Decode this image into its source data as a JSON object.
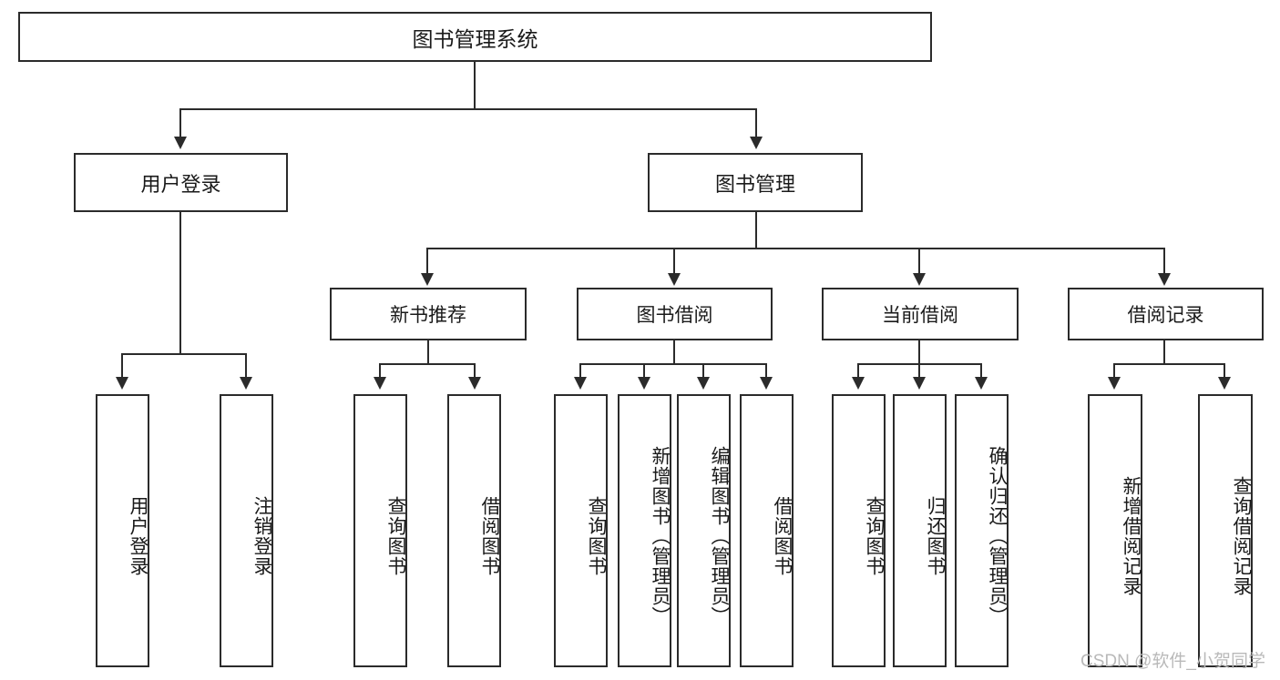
{
  "diagram": {
    "title": "图书管理系统",
    "type": "hierarchy-tree",
    "root": {
      "id": "root",
      "label": "图书管理系统",
      "level": 1
    },
    "level2": [
      {
        "id": "user-login",
        "label": "用户登录",
        "level": 2
      },
      {
        "id": "book-management",
        "label": "图书管理",
        "level": 2
      }
    ],
    "level3": [
      {
        "id": "new-book-recommend",
        "label": "新书推荐",
        "level": 3,
        "parent": "book-management"
      },
      {
        "id": "book-borrow",
        "label": "图书借阅",
        "level": 3,
        "parent": "book-management"
      },
      {
        "id": "current-borrow",
        "label": "当前借阅",
        "level": 3,
        "parent": "book-management"
      },
      {
        "id": "borrow-record",
        "label": "借阅记录",
        "level": 3,
        "parent": "book-management"
      }
    ],
    "leaves": [
      {
        "id": "leaf-user-login",
        "label": "用户登录",
        "parent": "user-login"
      },
      {
        "id": "leaf-user-logout",
        "label": "注销登录",
        "parent": "user-login"
      },
      {
        "id": "leaf-query-book-1",
        "label": "查询图书",
        "parent": "new-book-recommend"
      },
      {
        "id": "leaf-borrow-book-1",
        "label": "借阅图书",
        "parent": "new-book-recommend"
      },
      {
        "id": "leaf-query-book-2",
        "label": "查询图书",
        "parent": "book-borrow"
      },
      {
        "id": "leaf-add-book",
        "label": "新增图书（管理员）",
        "parent": "book-borrow"
      },
      {
        "id": "leaf-edit-book",
        "label": "编辑图书（管理员）",
        "parent": "book-borrow"
      },
      {
        "id": "leaf-borrow-book-2",
        "label": "借阅图书",
        "parent": "book-borrow"
      },
      {
        "id": "leaf-query-book-3",
        "label": "查询图书",
        "parent": "current-borrow"
      },
      {
        "id": "leaf-return-book",
        "label": "归还图书",
        "parent": "current-borrow"
      },
      {
        "id": "leaf-confirm-return",
        "label": "确认归还（管理员）",
        "parent": "current-borrow"
      },
      {
        "id": "leaf-add-record",
        "label": "新增借阅记录",
        "parent": "borrow-record"
      },
      {
        "id": "leaf-query-record",
        "label": "查询借阅记录",
        "parent": "borrow-record"
      }
    ]
  },
  "watermark": {
    "text": "CSDN @软件_小贺同学"
  },
  "colors": {
    "stroke": "#2b2b2b",
    "text": "#1a1a1a",
    "background": "#ffffff",
    "watermark": "#b9b9b9"
  }
}
